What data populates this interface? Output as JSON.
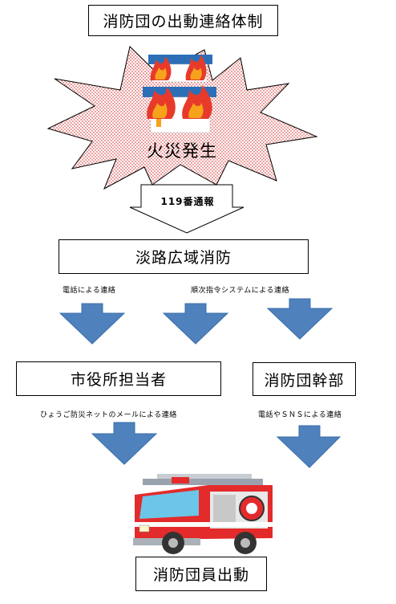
{
  "title": "消防団の出動連絡体制",
  "fire": {
    "label": "火災発生"
  },
  "call": {
    "label": "119番通報"
  },
  "fire_dept": {
    "label": "淡路広域消防"
  },
  "channels": {
    "phone_left": "電話による連絡",
    "dispatch_system": "順次指令システムによる連絡",
    "hyogo_mail": "ひょうご防災ネットのメールによる連絡",
    "phone_sns": "電話やＳＮＳによる連絡"
  },
  "city_staff": {
    "label": "市役所担当者"
  },
  "leaders": {
    "label": "消防団幹部"
  },
  "result": {
    "label": "消防団員出動"
  },
  "colors": {
    "arrow": "#4f81bd",
    "burst_dots": "#e06060",
    "fire_red": "#e83a2a",
    "fire_orange": "#f7a21b"
  },
  "icons": [
    "burning-house-icon",
    "fire-engine-icon"
  ]
}
